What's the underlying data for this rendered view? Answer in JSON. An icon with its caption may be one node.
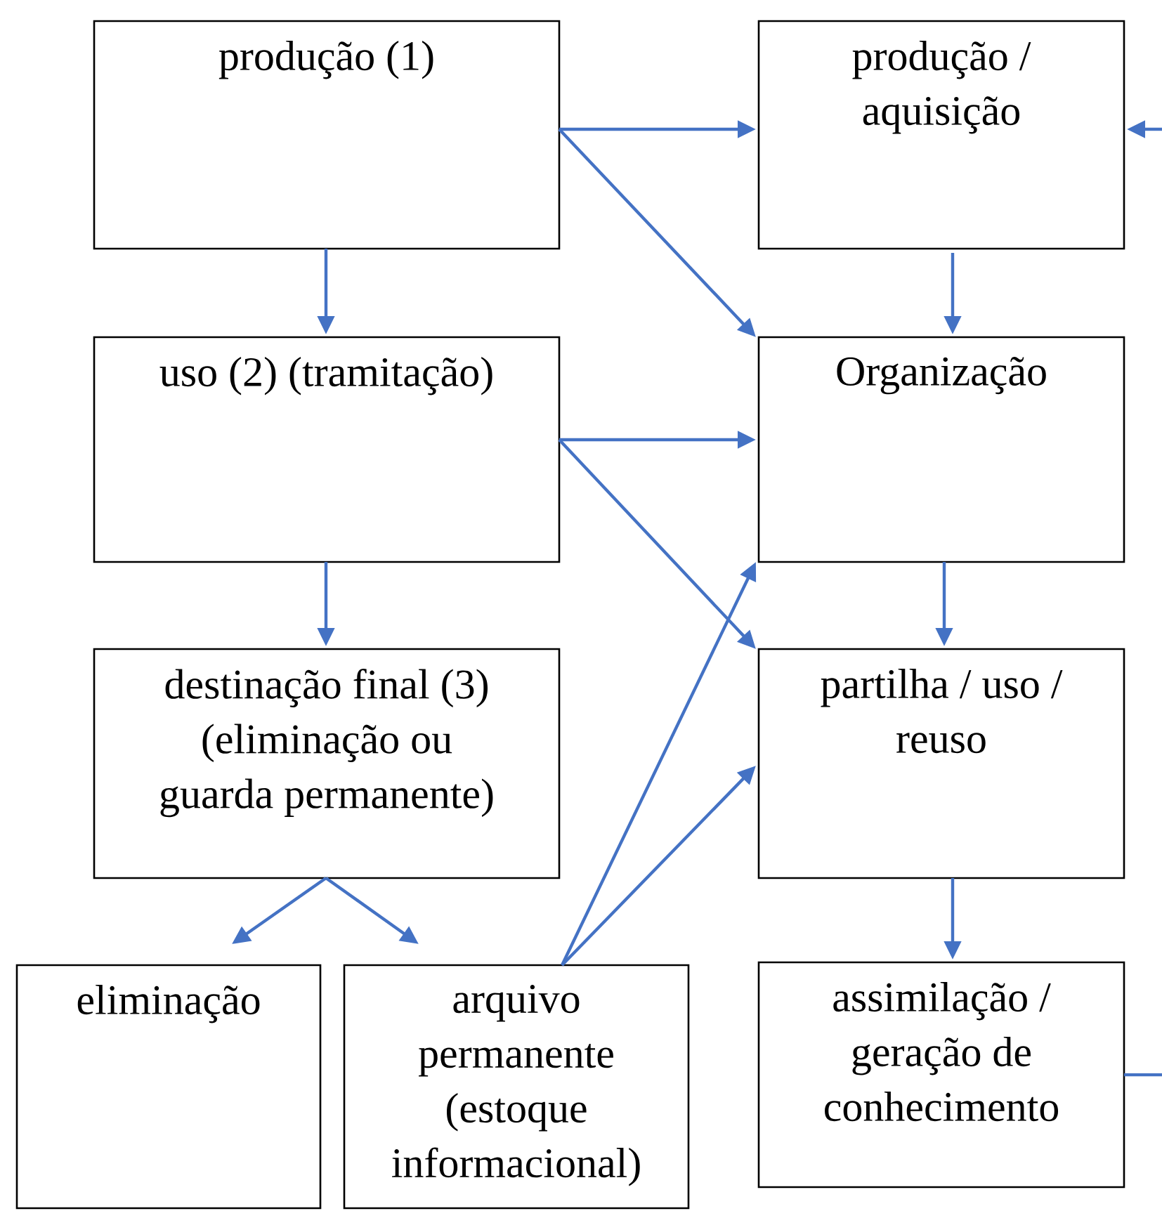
{
  "diagram": {
    "nodes": [
      {
        "text": [
          "produção (1)"
        ]
      },
      {
        "text": [
          "produção / aquisição"
        ]
      },
      {
        "text": [
          "uso (2) (tramitação)"
        ]
      },
      {
        "text": [
          "Organização"
        ]
      },
      {
        "text": [
          "destinação final (3) (eliminação ou guarda permanente)"
        ]
      },
      {
        "text": [
          "partilha / uso / reuso"
        ]
      },
      {
        "text": [
          "eliminação"
        ]
      },
      {
        "text": [
          "arquivo permanente (estoque informacional)"
        ]
      },
      {
        "text": [
          "assimilação / geração de conhecimento"
        ]
      }
    ],
    "edges": [
      {
        "from": 0,
        "to": 1,
        "arrow": "to"
      },
      {
        "from": 0,
        "to": 3,
        "arrow": "to"
      },
      {
        "from": 0,
        "to": 2,
        "arrow": "to"
      },
      {
        "from": 1,
        "to": 3,
        "arrow": "to"
      },
      {
        "from": 2,
        "to": 3,
        "arrow": "to"
      },
      {
        "from": 2,
        "to": 5,
        "arrow": "to"
      },
      {
        "from": 2,
        "to": 4,
        "arrow": "to"
      },
      {
        "from": 3,
        "to": 5,
        "arrow": "to"
      },
      {
        "from": 4,
        "to": 6,
        "arrow": "to"
      },
      {
        "from": 4,
        "to": 7,
        "arrow": "to"
      },
      {
        "from": 7,
        "to": 3,
        "arrow": "to"
      },
      {
        "from": 7,
        "to": 5,
        "arrow": "to"
      },
      {
        "from": 5,
        "to": 8,
        "arrow": "to"
      },
      {
        "from": 8,
        "to": null,
        "arrow": "none"
      },
      {
        "from": null,
        "to": 1,
        "arrow": "to"
      }
    ]
  }
}
